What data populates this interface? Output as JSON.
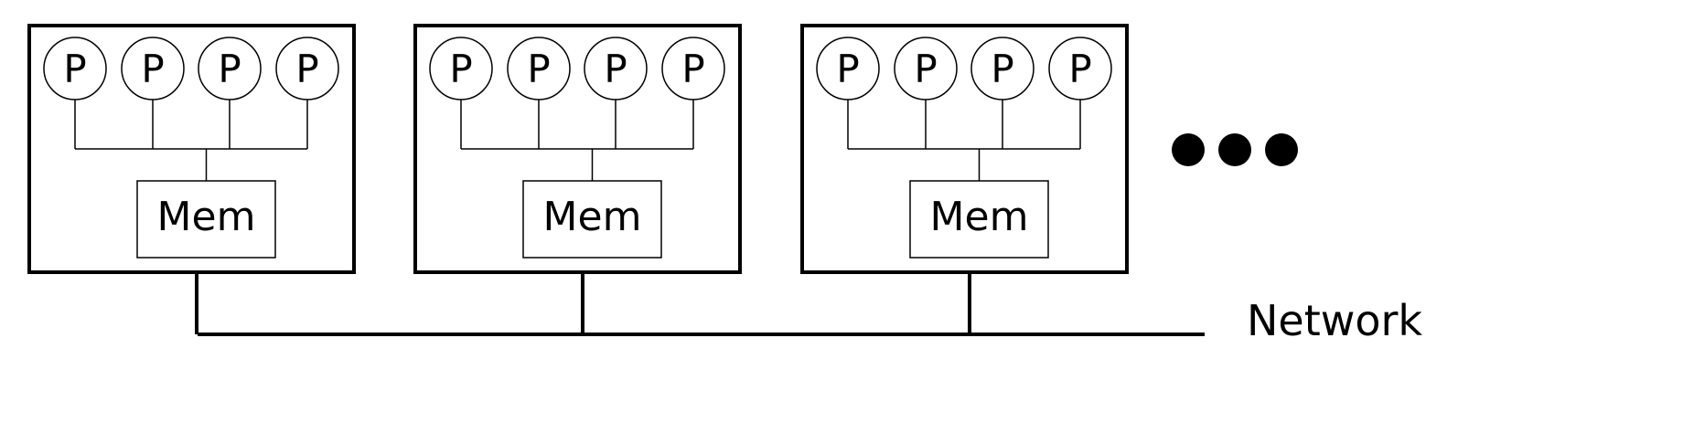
{
  "diagram": {
    "nodes": [
      {
        "processors": [
          "P",
          "P",
          "P",
          "P"
        ],
        "memory_label": "Mem"
      },
      {
        "processors": [
          "P",
          "P",
          "P",
          "P"
        ],
        "memory_label": "Mem"
      },
      {
        "processors": [
          "P",
          "P",
          "P",
          "P"
        ],
        "memory_label": "Mem"
      }
    ],
    "ellipsis_dots": 3,
    "network_label": "Network"
  },
  "colors": {
    "stroke": "#000000",
    "background": "#ffffff"
  }
}
